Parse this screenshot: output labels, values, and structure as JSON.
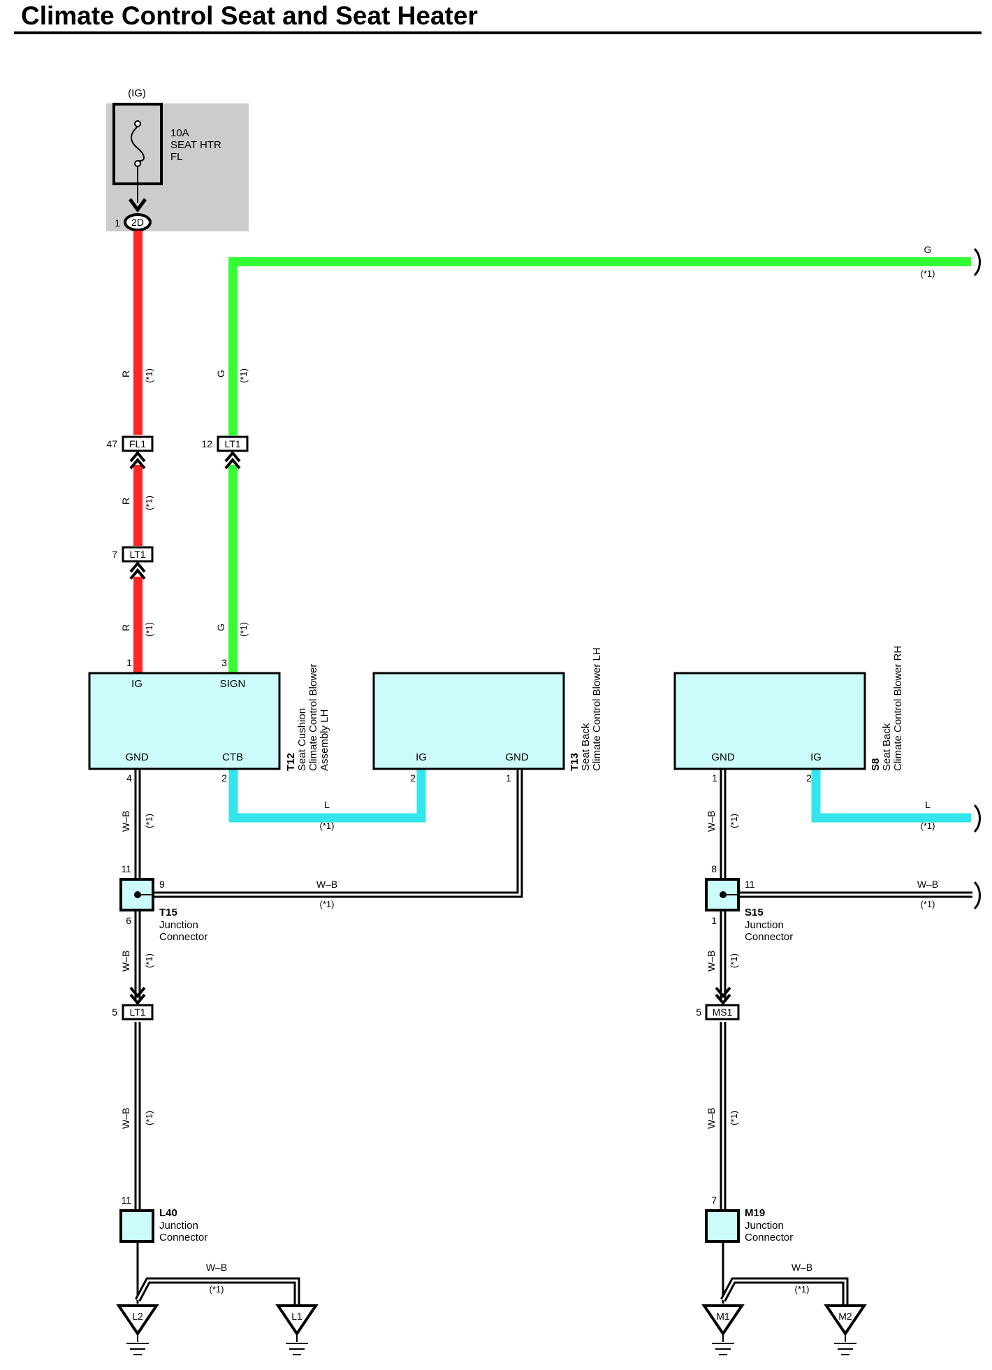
{
  "title": "Climate Control Seat and Seat Heater",
  "colors": {
    "red": "#ff2626",
    "green": "#33ff33",
    "blue": "#33e6ec",
    "comp_fill": "#ccfbfb",
    "fuse_bg": "#cccccc",
    "wire_wb": "#000000"
  },
  "fuse": {
    "source": "(IG)",
    "rating": "10A",
    "name_l1": "SEAT HTR",
    "name_l2": "FL",
    "pin": "1",
    "connector": "2D"
  },
  "note": "(*1)",
  "wire_colors": {
    "red": "R",
    "green": "G",
    "blue": "L",
    "wb": "W–B"
  },
  "connectors": {
    "fl1": {
      "pin": "47",
      "code": "FL1"
    },
    "lt1_g": {
      "pin": "12",
      "code": "LT1"
    },
    "lt1_r": {
      "pin": "7",
      "code": "LT1"
    },
    "lt1_left": {
      "pin": "5",
      "code": "LT1"
    },
    "ms1": {
      "pin": "5",
      "code": "MS1"
    }
  },
  "components": {
    "t12": {
      "id": "T12",
      "l1": "Seat Cushion",
      "l2": "Climate Control Blower",
      "l3": "Assembly LH",
      "pin_ig": "1",
      "label_ig": "IG",
      "pin_sign": "3",
      "label_sign": "SIGN",
      "pin_gnd": "4",
      "label_gnd": "GND",
      "pin_ctb": "2",
      "label_ctb": "CTB"
    },
    "t13": {
      "id": "T13",
      "l1": "Seat Back",
      "l2": "Climate Control Blower LH",
      "pin_ig": "2",
      "label_ig": "IG",
      "pin_gnd": "1",
      "label_gnd": "GND"
    },
    "s8": {
      "id": "S8",
      "l1": "Seat Back",
      "l2": "Climate Control Blower RH",
      "pin_gnd": "1",
      "label_gnd": "GND",
      "pin_ig": "2",
      "label_ig": "IG"
    }
  },
  "junctions": {
    "t15": {
      "id": "T15",
      "l1": "Junction",
      "l2": "Connector",
      "pin_top": "11",
      "pin_right": "9",
      "pin_bottom": "6"
    },
    "s15": {
      "id": "S15",
      "l1": "Junction",
      "l2": "Connector",
      "pin_top": "8",
      "pin_right": "11",
      "pin_bottom": "1"
    },
    "l40": {
      "id": "L40",
      "l1": "Junction",
      "l2": "Connector",
      "pin": "11"
    },
    "m19": {
      "id": "M19",
      "l1": "Junction",
      "l2": "Connector",
      "pin": "7"
    }
  },
  "grounds": {
    "l2": "L2",
    "l1": "L1",
    "m1": "M1",
    "m2": "M2"
  }
}
